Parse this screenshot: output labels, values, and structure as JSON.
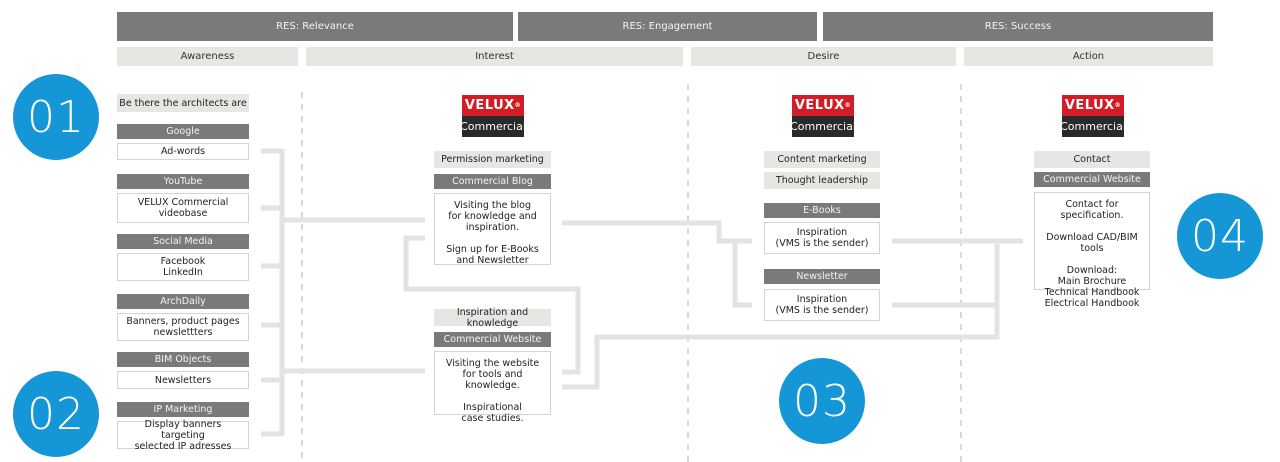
{
  "res": [
    "RES: Relevance",
    "RES: Engagement",
    "RES: Success"
  ],
  "stages": [
    "Awareness",
    "Interest",
    "Desire",
    "Action"
  ],
  "steps": [
    "01",
    "02",
    "03",
    "04"
  ],
  "logo": {
    "brand": "VELUX",
    "mark": "®",
    "sub": "Commercial"
  },
  "awareness": {
    "intro": "Be there the architects are",
    "channels": [
      {
        "header": "Google",
        "text": "Ad-words"
      },
      {
        "header": "YouTube",
        "text": "VELUX Commercial\nvideobase"
      },
      {
        "header": "Social Media",
        "text": "Facebook\nLinkedIn"
      },
      {
        "header": "ArchDaily",
        "text": "Banners, product pages\nnewslettters"
      },
      {
        "header": "BIM Objects",
        "text": "Newsletters"
      },
      {
        "header": "IP Marketing",
        "text": "Display banners targeting\nselected IP adresses"
      }
    ]
  },
  "interest": {
    "blog": {
      "label": "Permission marketing",
      "header": "Commercial Blog",
      "text": "Visiting the blog\nfor knowledge and\ninspiration.\n\nSign up for E-Books\nand Newsletter"
    },
    "website": {
      "label": "Inspiration and knowledge",
      "header": "Commercial Website",
      "text": "Visiting the website\nfor tools and knowledge.\n\nInspirational\ncase studies."
    }
  },
  "desire": {
    "labels": [
      "Content marketing",
      "Thought leadership"
    ],
    "ebooks": {
      "header": "E-Books",
      "text": "Inspiration\n(VMS is the sender)"
    },
    "newsletter": {
      "header": "Newsletter",
      "text": "Inspiration\n(VMS is the sender)"
    }
  },
  "action": {
    "label": "Contact",
    "header": "Commercial Website",
    "text": "Contact for specification.\n\nDownload CAD/BIM tools\n\nDownload:\nMain Brochure\nTechnical Handbook\nElectrical Handbook"
  },
  "colors": {
    "accent": "#1596d7",
    "brand_red": "#d31d26",
    "header_gray": "#7a7a7a",
    "connector": "#e3e3df"
  }
}
